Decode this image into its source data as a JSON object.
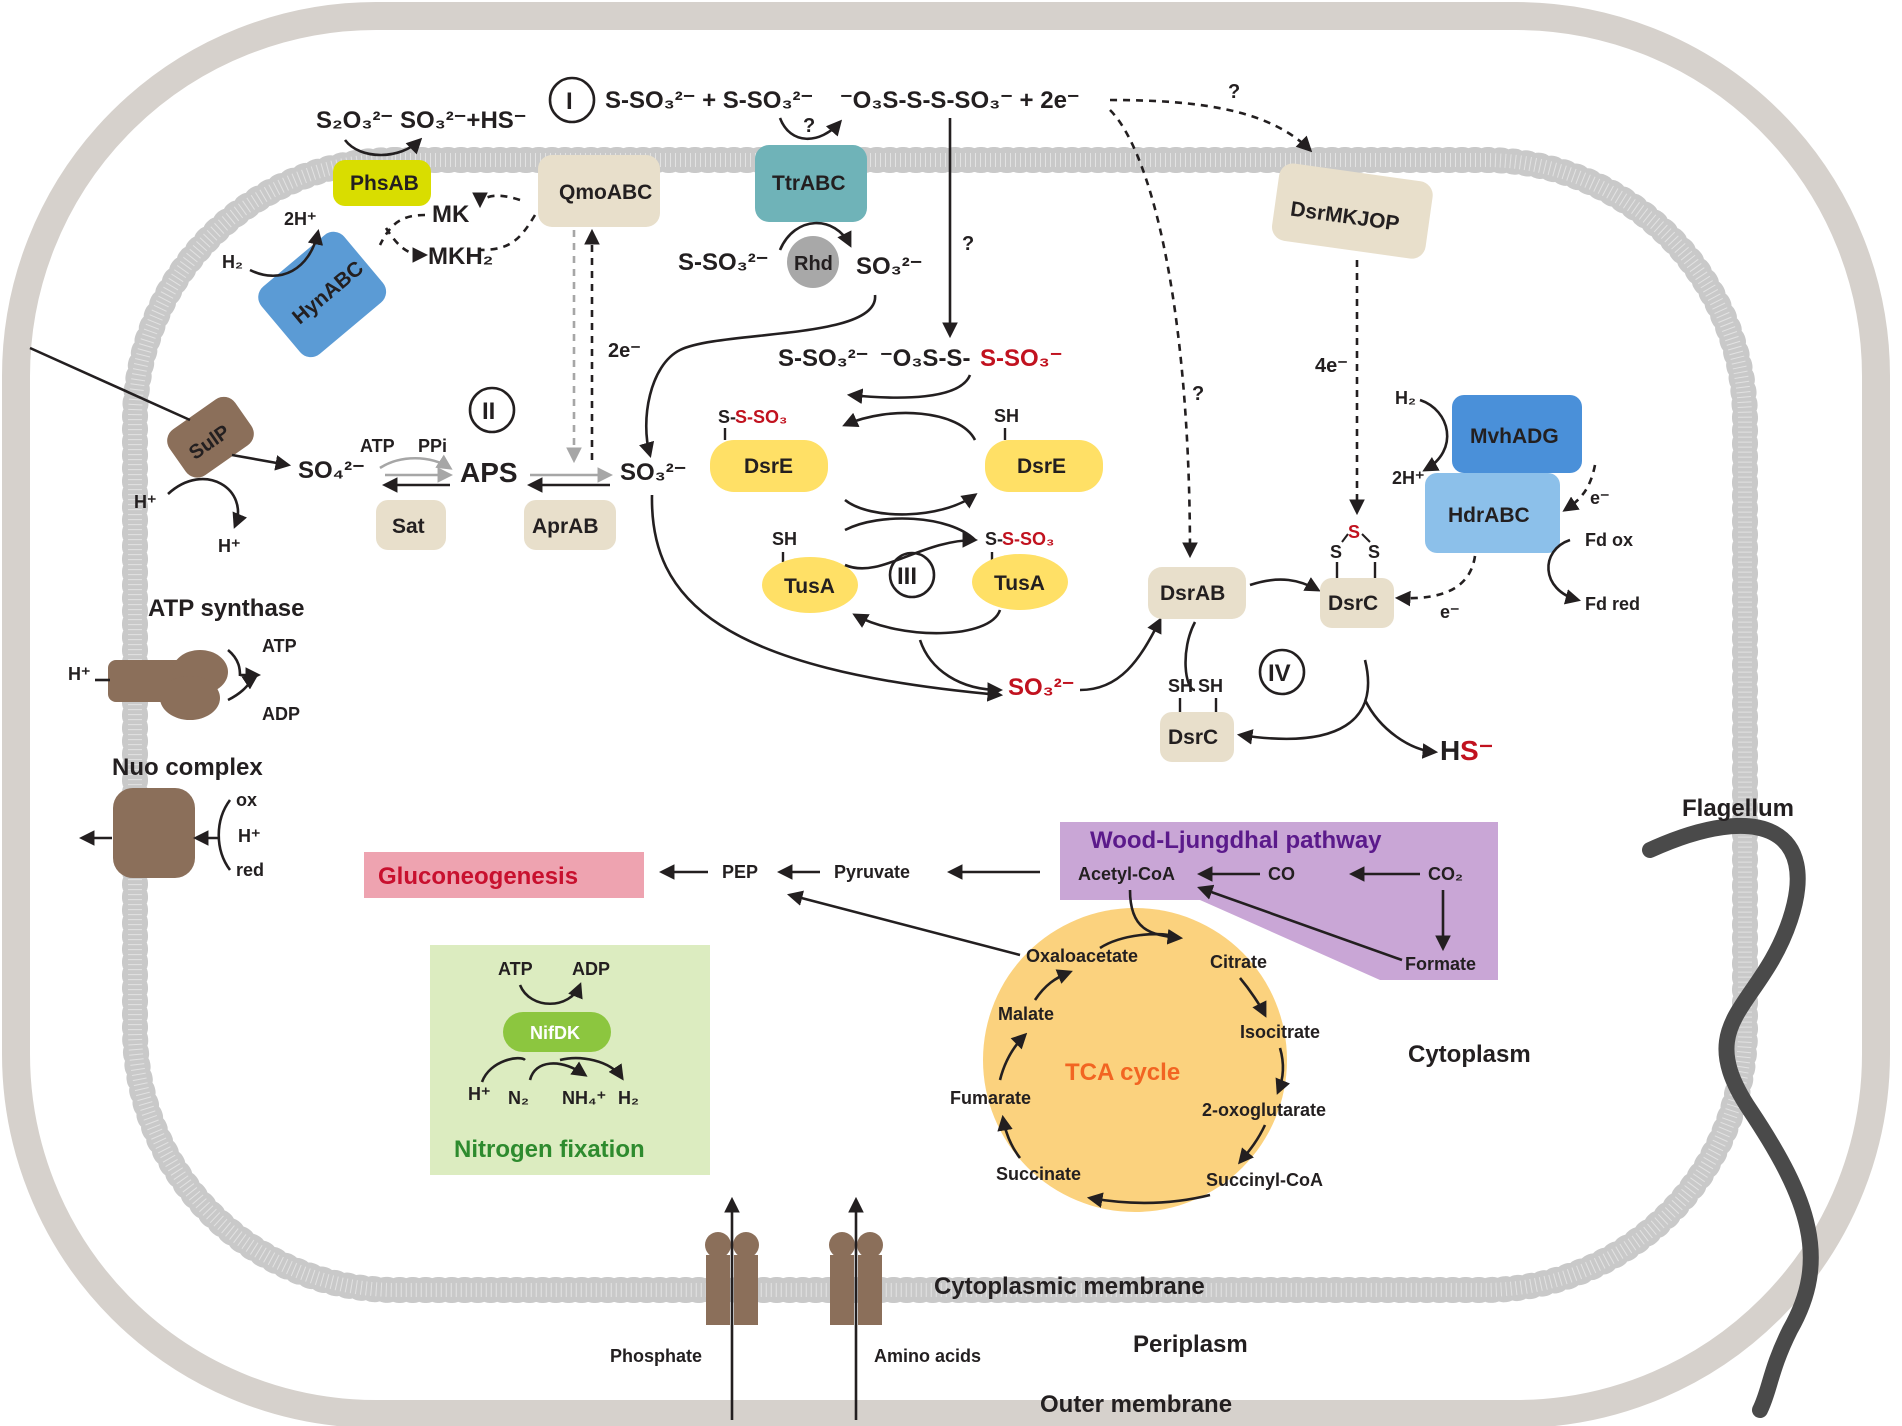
{
  "labels": {
    "step_I": "I",
    "step_II": "II",
    "step_III": "III",
    "step_IV": "IV",
    "thio_reaction": "S-SO₃²⁻ + S-SO₃²⁻",
    "tetrathionate": "⁻O₃S-S-S-SO₃⁻ + 2e⁻",
    "question": "?",
    "s2o3": "S₂O₃²⁻",
    "so3_hs": "SO₃²⁻+HS⁻",
    "phsab": "PhsAB",
    "qmoabc": "QmoABC",
    "ttrabc": "TtrABC",
    "dsrmkjop": "DsrMKJOP",
    "hynabc": "HynABC",
    "mk": "MK",
    "mkh2": "MKH₂",
    "two_h_plus": "2H⁺",
    "h2": "H₂",
    "rhd": "Rhd",
    "s_so3_rhd": "S-SO₃²⁻",
    "so3_rhd": "SO₃²⁻",
    "two_e": "2e⁻",
    "four_e": "4e⁻",
    "sulp": "SulP",
    "h_plus": "H⁺",
    "so4": "SO₄²⁻",
    "atp": "ATP",
    "ppi": "PPi",
    "aps": "APS",
    "sat": "Sat",
    "aprab": "AprAB",
    "so3_mid": "SO₃²⁻",
    "s_so3_row": "S-SO₃²⁻",
    "tetra_row_black": "⁻O₃S-S-",
    "tetra_row_red": "S-SO₃⁻",
    "dsre": "DsrE",
    "sh": "SH",
    "s_dash": "S-",
    "s_so3_short": "S-SO₃",
    "tusa": "TusA",
    "so3_red": "SO₃²⁻",
    "dsrab": "DsrAB",
    "dsrc": "DsrC",
    "sh_sh": "SH SH",
    "s_letter": "S",
    "hs_h": "H",
    "hs_s": "S⁻",
    "mvhadg": "MvhADG",
    "hdrabc": "HdrABC",
    "e_minus": "e⁻",
    "fd_ox": "Fd ox",
    "fd_red": "Fd red",
    "atp_synthase": "ATP synthase",
    "adp": "ADP",
    "nuo_complex": "Nuo complex",
    "ox": "ox",
    "red": "red",
    "gluconeogenesis": "Gluconeogenesis",
    "pep": "PEP",
    "pyruvate": "Pyruvate",
    "wood_ljungdahl": "Wood-Ljungdhal pathway",
    "acetyl_coa": "Acetyl-CoA",
    "co": "CO",
    "co2": "CO₂",
    "formate": "Formate",
    "oxaloacetate": "Oxaloacetate",
    "citrate": "Citrate",
    "isocitrate": "Isocitrate",
    "oxoglutarate": "2-oxoglutarate",
    "succinyl_coa": "Succinyl-CoA",
    "succinate": "Succinate",
    "fumarate": "Fumarate",
    "malate": "Malate",
    "tca_cycle": "TCA cycle",
    "nitrogen_fixation": "Nitrogen fixation",
    "nifdk": "NifDK",
    "n2": "N₂",
    "nh4": "NH₄⁺",
    "cytoplasm": "Cytoplasm",
    "flagellum": "Flagellum",
    "cytoplasmic_membrane": "Cytoplasmic membrane",
    "periplasm": "Periplasm",
    "outer_membrane": "Outer membrane",
    "phosphate": "Phosphate",
    "amino_acids": "Amino acids"
  },
  "colors": {
    "outer_membrane": "#d6d1cc",
    "membrane_bead": "#c9c9c9",
    "phsab": "#d9dd00",
    "qmo": "#e8dfcb",
    "ttr": "#6fb3b8",
    "hyn": "#5b9bd5",
    "sulp": "#8b6f5a",
    "rhd": "#a8a8a8",
    "dsre": "#ffe066",
    "mvh": "#4a90d9",
    "hdr": "#8cc0ea",
    "glucon_bg": "#eea3b0",
    "glucon_text": "#c8102e",
    "wl_bg": "#c9a6d6",
    "wl_text": "#5b1a8b",
    "tca_bg": "#fbd27e",
    "tca_text": "#f26522",
    "nitro_bg": "#dcecc0",
    "nitro_text": "#2e8b2e",
    "nifdk": "#8cc63f",
    "accent_red": "#c1121f",
    "flagellum": "#4a4a4a"
  }
}
